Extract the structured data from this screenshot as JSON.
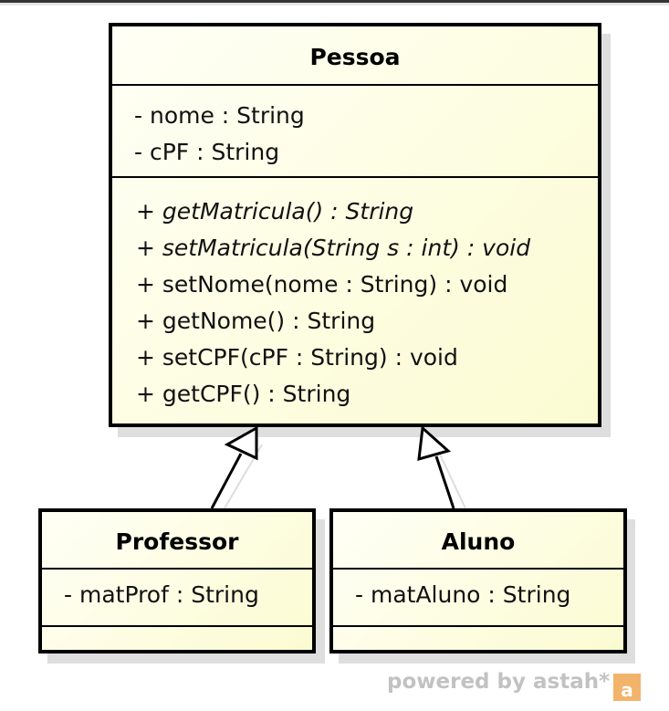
{
  "classes": {
    "pessoa": {
      "name": "Pessoa",
      "attributes": [
        "- nome : String",
        "- cPF : String"
      ],
      "operations": [
        "+ getMatricula() : String",
        "+ setMatricula(String s : int) : void",
        "+ setNome(nome : String) : void",
        "+ getNome() : String",
        "+ setCPF(cPF : String) : void",
        "+ getCPF() : String"
      ]
    },
    "professor": {
      "name": "Professor",
      "attributes": [
        "- matProf : String"
      ]
    },
    "aluno": {
      "name": "Aluno",
      "attributes": [
        "- matAluno : String"
      ]
    }
  },
  "watermark": {
    "text": "powered by astah*",
    "logo": "a"
  }
}
